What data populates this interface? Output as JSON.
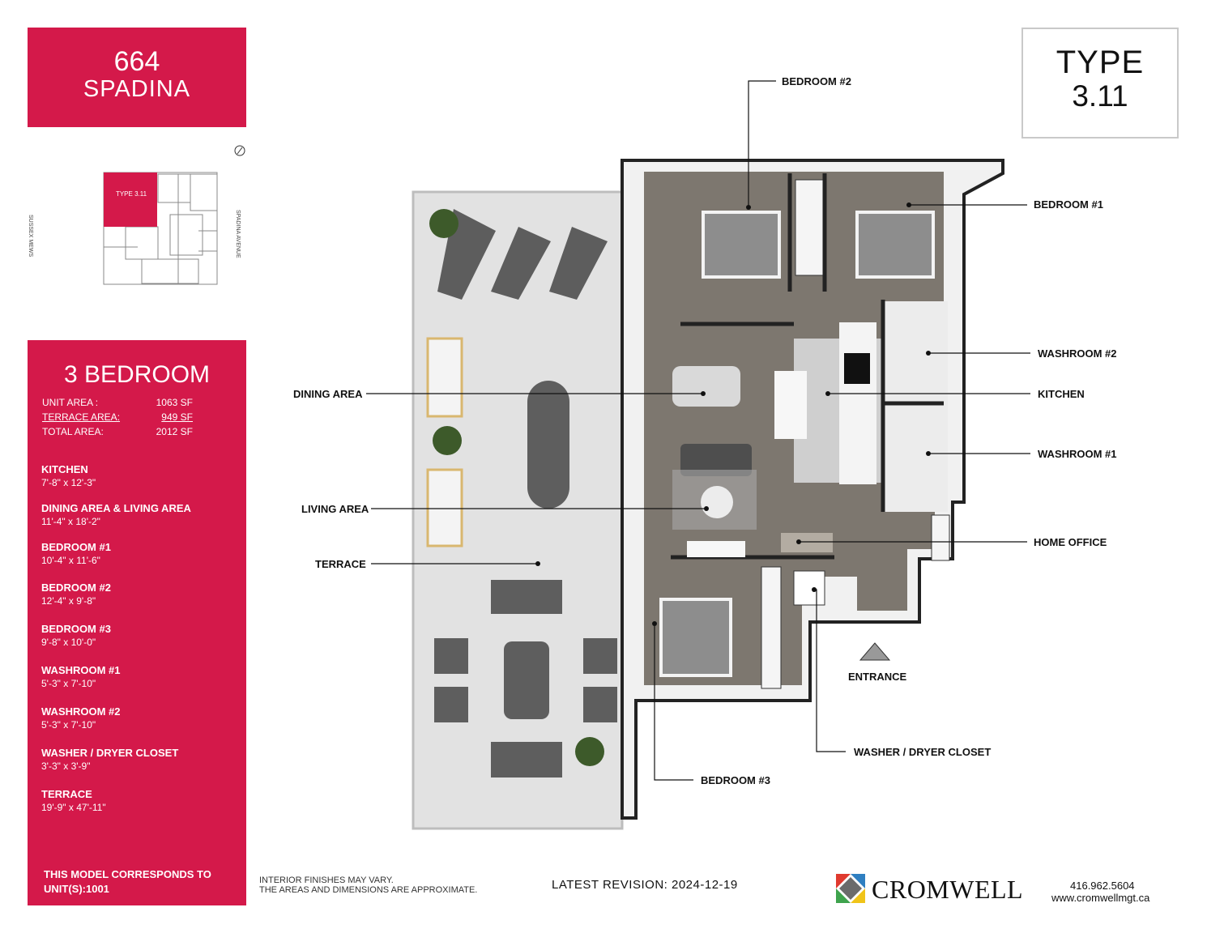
{
  "brand": {
    "line1": "664",
    "line2": "SPADINA"
  },
  "type": {
    "label": "TYPE",
    "number": "3.11"
  },
  "keyplan": {
    "unit_label": "TYPE 3.11",
    "street_left": "SUSSEX MEWS",
    "street_right": "SPADINA AVENUE",
    "compass_icon": "compass-icon"
  },
  "spec": {
    "heading": "3 BEDROOM",
    "areas": [
      {
        "label": "UNIT AREA :",
        "value": "1063 SF"
      },
      {
        "label": "TERRACE AREA:",
        "value": "949 SF"
      },
      {
        "label": "TOTAL AREA:",
        "value": "2012 SF"
      }
    ],
    "rooms": [
      {
        "name": "KITCHEN",
        "dims": "7'-8\" x 12'-3\""
      },
      {
        "name": "DINING AREA & LIVING AREA",
        "dims": "11'-4\" x 18'-2\""
      },
      {
        "name": "BEDROOM #1",
        "dims": "10'-4\" x 11'-6\""
      },
      {
        "name": "BEDROOM #2",
        "dims": "12'-4\" x 9'-8\""
      },
      {
        "name": "BEDROOM #3",
        "dims": "9'-8\" x 10'-0\""
      },
      {
        "name": "WASHROOM #1",
        "dims": "5'-3\" x 7'-10\""
      },
      {
        "name": "WASHROOM #2",
        "dims": "5'-3\" x 7'-10\""
      },
      {
        "name": "WASHER / DRYER CLOSET",
        "dims": "3'-3\" x 3'-9\""
      },
      {
        "name": "TERRACE",
        "dims": "19'-9\" x 47'-11\""
      }
    ],
    "corresponds_line1": "THIS MODEL CORRESPONDS TO",
    "corresponds_line2": "UNIT(S):1001"
  },
  "labels": {
    "bedroom2": "BEDROOM #2",
    "bedroom1": "BEDROOM #1",
    "washroom2": "WASHROOM #2",
    "kitchen": "KITCHEN",
    "washroom1": "WASHROOM #1",
    "home_office": "HOME OFFICE",
    "dining": "DINING AREA",
    "living": "LIVING AREA",
    "terrace": "TERRACE",
    "entrance": "ENTRANCE",
    "washer": "WASHER / DRYER CLOSET",
    "bedroom3": "BEDROOM #3"
  },
  "footer": {
    "disclaimer1": "INTERIOR FINISHES MAY VARY.",
    "disclaimer2": "THE AREAS AND DIMENSIONS ARE APPROXIMATE.",
    "revision": "LATEST REVISION: 2024-12-19",
    "company": "CROMWELL",
    "phone": "416.962.5604",
    "website": "www.cromwellmgt.ca"
  },
  "colors": {
    "brand_red": "#d4194a",
    "floor": "#7d776f",
    "terrace": "#e6e6e6",
    "furniture": "#5b5b5b"
  }
}
